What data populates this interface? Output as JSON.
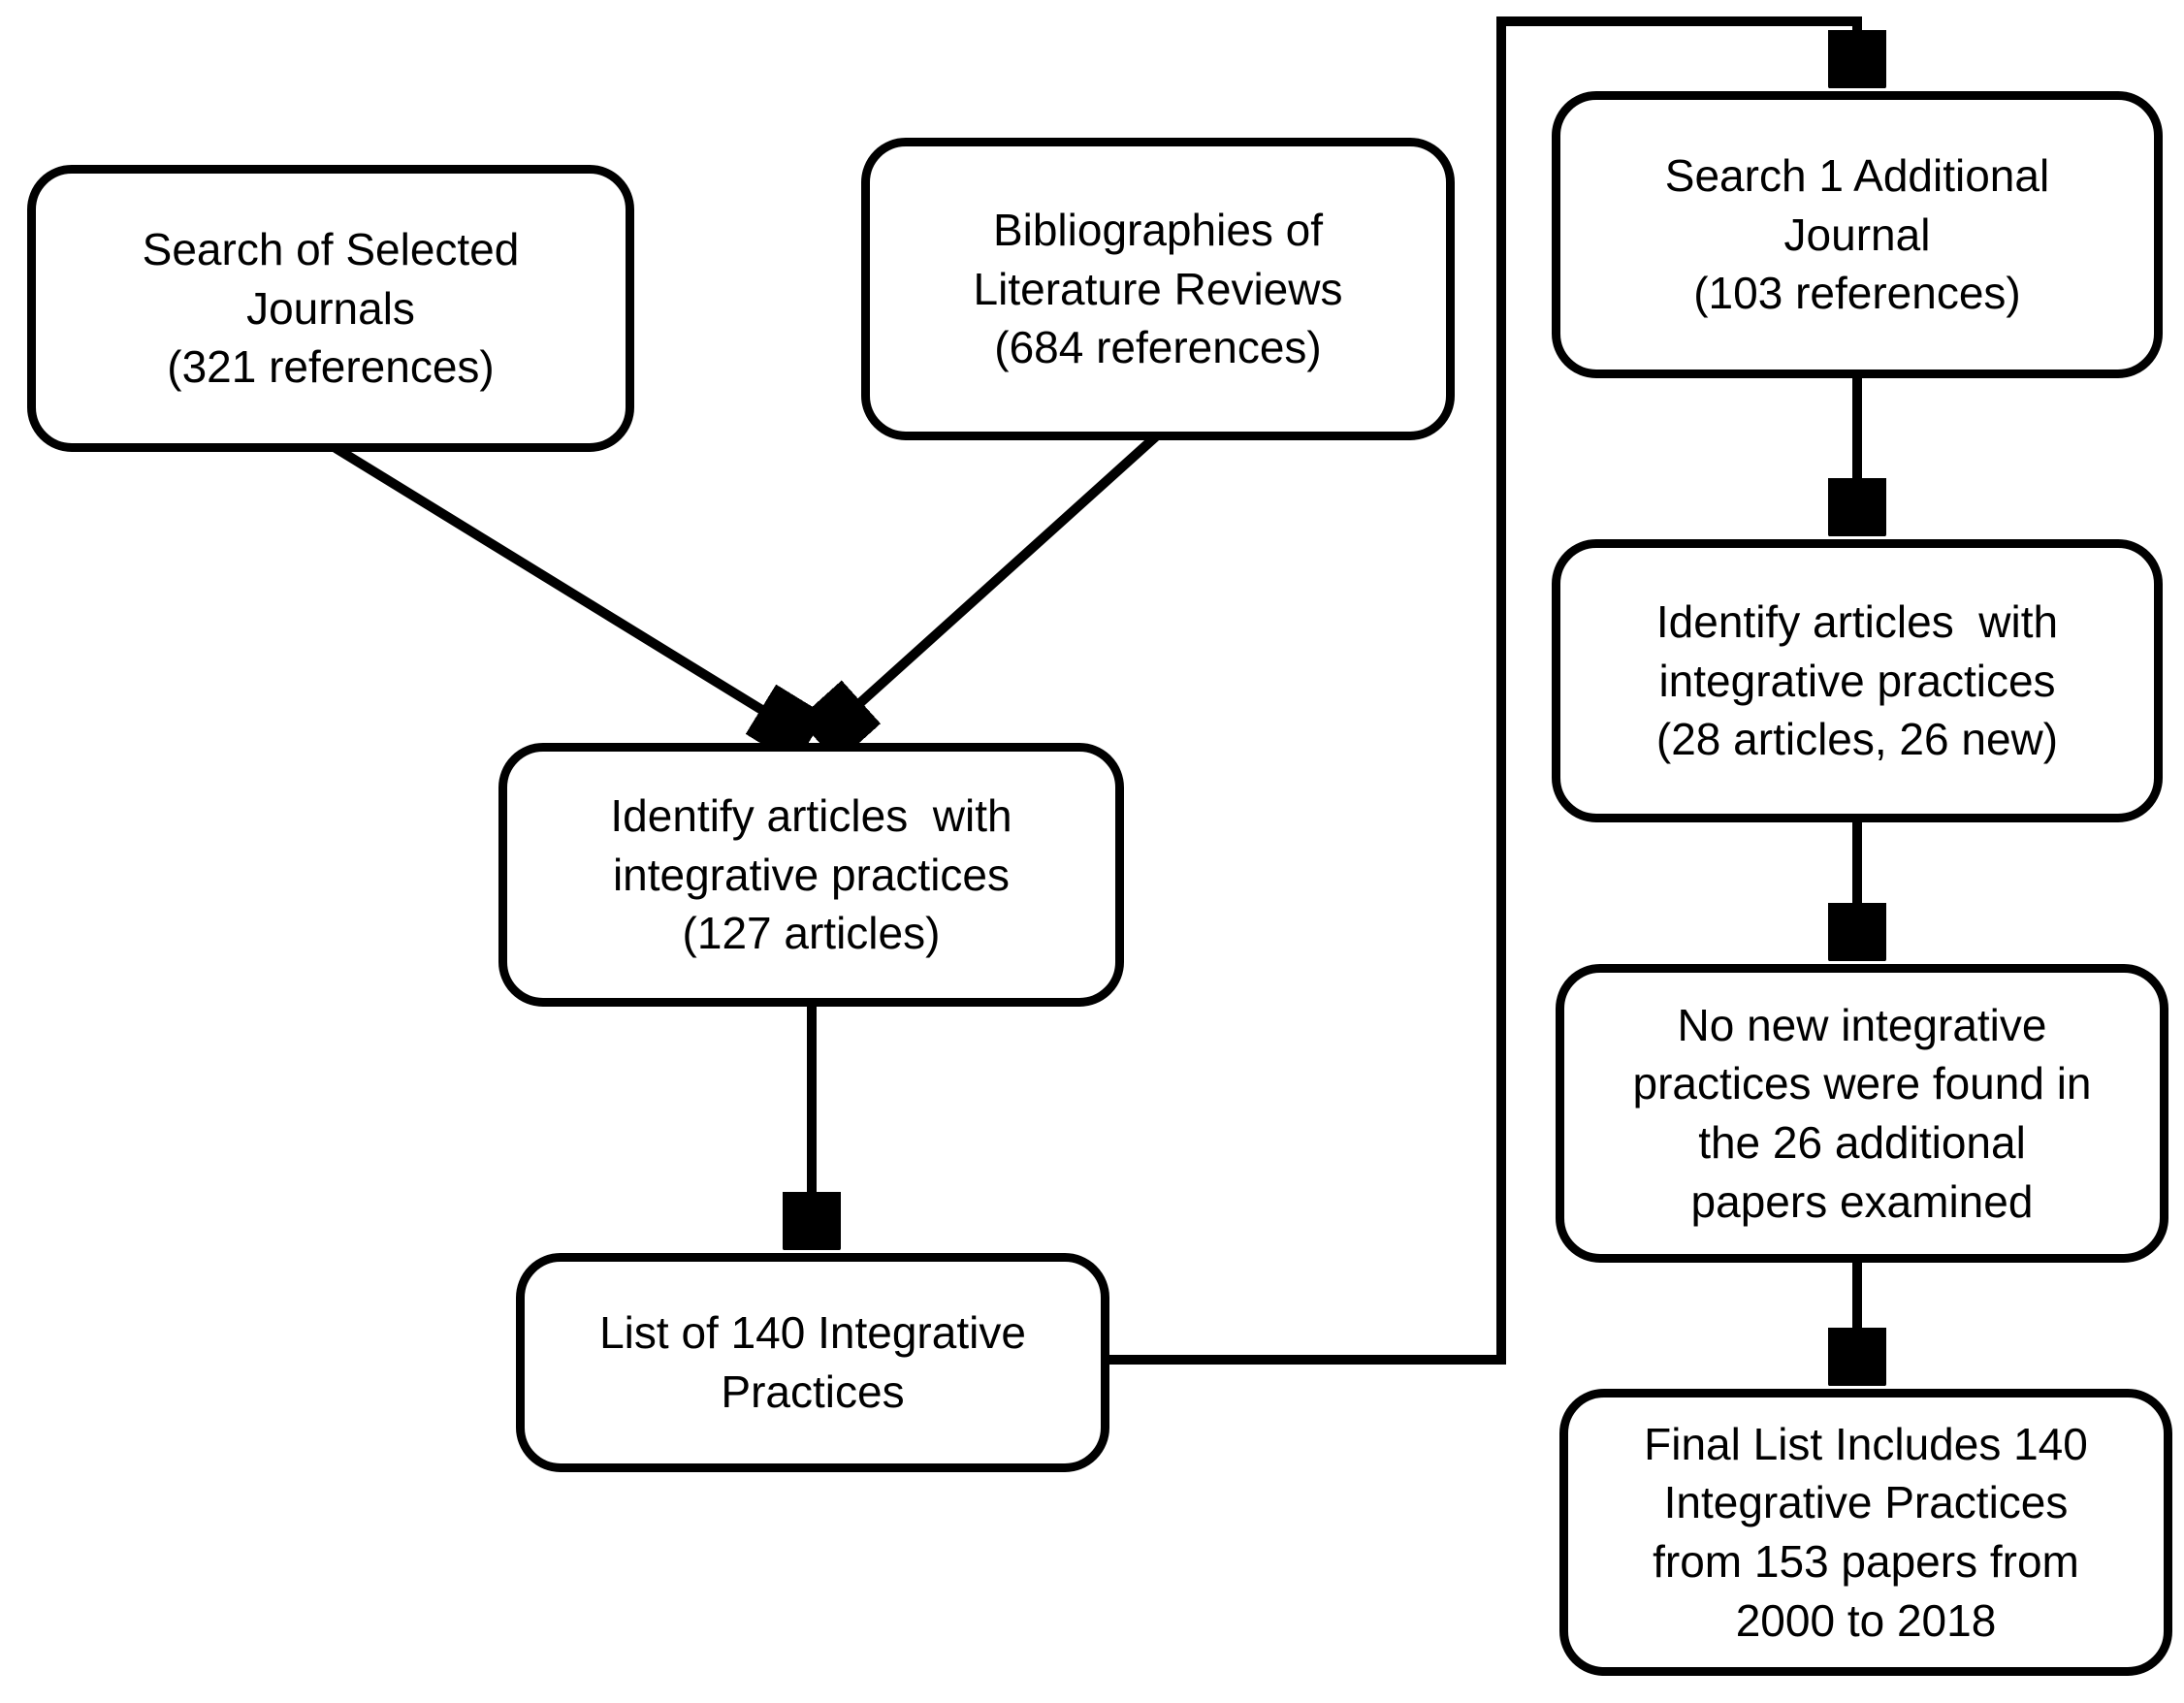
{
  "diagram": {
    "title": "Literature search and integrative practices identification flowchart",
    "colors": {
      "ink": "#000000",
      "background": "#ffffff"
    },
    "boxes": [
      {
        "id": "search-selected-journals",
        "text": "Search of Selected\nJournals\n(321 references)"
      },
      {
        "id": "bibliographies-of-literature-reviews",
        "text": "Bibliographies of\nLiterature Reviews\n(684 references)"
      },
      {
        "id": "search-1-additional-journal",
        "text": "Search 1 Additional\nJournal\n(103 references)"
      },
      {
        "id": "identify-articles-127",
        "text": "Identify articles  with\nintegrative practices\n(127 articles)"
      },
      {
        "id": "identify-articles-28",
        "text": "Identify articles  with\nintegrative practices\n(28 articles, 26 new)"
      },
      {
        "id": "no-new-integrative-practices",
        "text": "No new integrative\npractices were found in\nthe 26 additional\npapers examined"
      },
      {
        "id": "list-of-140-integrative-practices",
        "text": "List of 140 Integrative\nPractices"
      },
      {
        "id": "final-list",
        "text": "Final List Includes 140\nIntegrative Practices\nfrom 153 papers from\n2000 to 2018"
      }
    ],
    "edges": [
      {
        "from": "search-selected-journals",
        "to": "identify-articles-127"
      },
      {
        "from": "bibliographies-of-literature-reviews",
        "to": "identify-articles-127"
      },
      {
        "from": "identify-articles-127",
        "to": "list-of-140-integrative-practices"
      },
      {
        "from": "list-of-140-integrative-practices",
        "to": "search-1-additional-journal"
      },
      {
        "from": "search-1-additional-journal",
        "to": "identify-articles-28"
      },
      {
        "from": "identify-articles-28",
        "to": "no-new-integrative-practices"
      },
      {
        "from": "no-new-integrative-practices",
        "to": "final-list"
      }
    ]
  }
}
